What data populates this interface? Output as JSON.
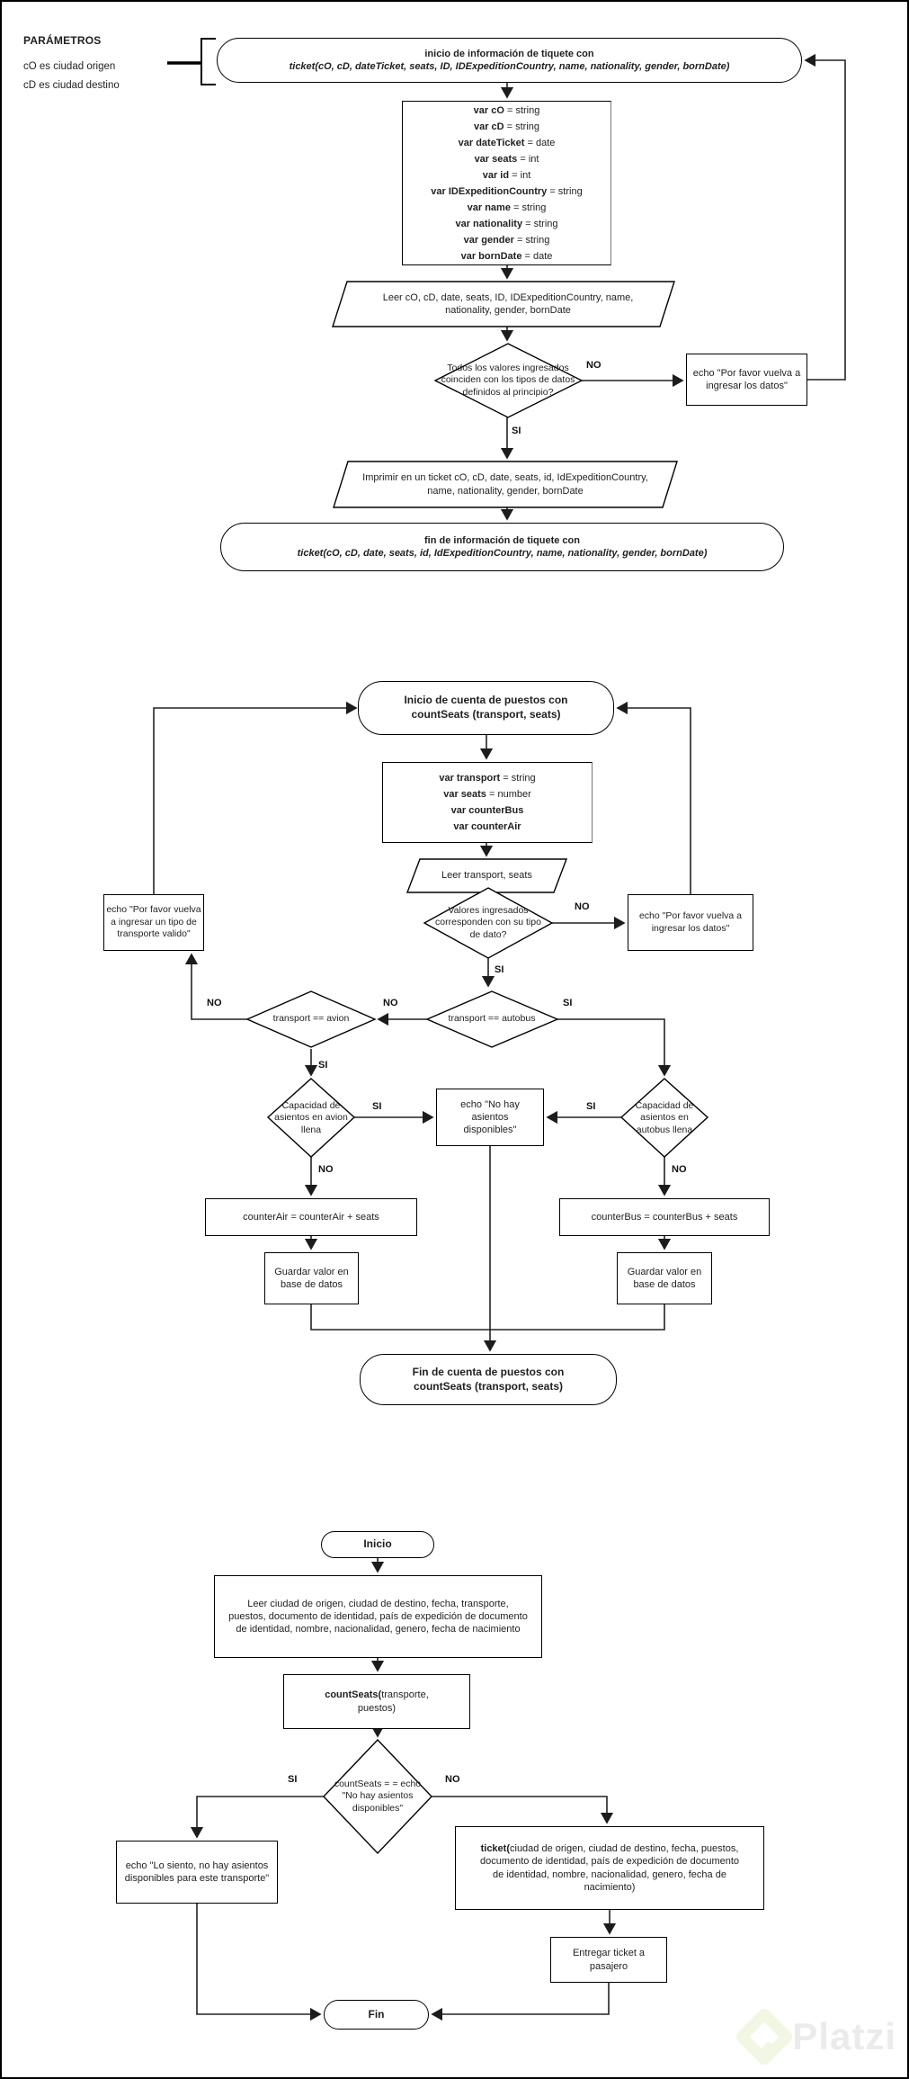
{
  "labels": {
    "yes": "SI",
    "no": "NO"
  },
  "params": {
    "title": "PARÁMETROS",
    "lines": [
      "cO es ciudad origen",
      "cD es ciudad destino"
    ]
  },
  "flow1": {
    "start_line1": "inicio de información de tiquete con",
    "start_line2": "ticket(cO, cD, dateTicket, seats, ID, IDExpeditionCountry, name, nationality, gender, bornDate)",
    "vars": [
      {
        "b": "var cO",
        "r": " = string"
      },
      {
        "b": "var cD",
        "r": " = string"
      },
      {
        "b": "var dateTicket",
        "r": " = date"
      },
      {
        "b": "var seats",
        "r": " = int"
      },
      {
        "b": "var id",
        "r": " = int"
      },
      {
        "b": "var IDExpeditionCountry",
        "r": " = string"
      },
      {
        "b": "var name",
        "r": " = string"
      },
      {
        "b": "var nationality",
        "r": " = string"
      },
      {
        "b": "var gender",
        "r": " = string"
      },
      {
        "b": "var bornDate",
        "r": " = date"
      }
    ],
    "read": "Leer cO, cD, date, seats, ID, IDExpeditionCountry, name, nationality, gender, bornDate",
    "decision": "Todos los valores ingresados coinciden con los tipos de datos definidos al principio?",
    "echo_retry": "echo \"Por favor vuelva a ingresar los datos\"",
    "print": "Imprimir en un ticket cO, cD, date, seats, id, IdExpeditionCountry, name, nationality, gender, bornDate",
    "end_line1": "fin de información de tiquete con",
    "end_line2": "ticket(cO, cD, date, seats, id, IdExpeditionCountry, name, nationality, gender, bornDate)"
  },
  "flow2": {
    "start": "Inicio de cuenta de puestos con countSeats (transport, seats)",
    "vars": [
      {
        "b": "var transport",
        "r": " = string"
      },
      {
        "b": "var seats",
        "r": " = number"
      },
      {
        "b": "var counterBus",
        "r": ""
      },
      {
        "b": "var counterAir",
        "r": ""
      }
    ],
    "read": "Leer transport, seats",
    "decision_types": "Valores ingresados corresponden con su tipo de dato?",
    "echo_transport": "echo \"Por favor vuelva a ingresar un tipo de transporte valido\"",
    "echo_retry": "echo \"Por favor vuelva a ingresar los datos\"",
    "decision_avion": "transport == avion",
    "decision_autobus": "transport == autobus",
    "decision_cap_avion": "Capacidad de asientos en avion llena",
    "decision_cap_autobus": "Capacidad de asientos en autobus llena",
    "echo_full": "echo \"No hay asientos disponibles\"",
    "assign_air": "counterAir = counterAir + seats",
    "assign_bus": "counterBus = counterBus + seats",
    "save_air": "Guardar valor en base de datos",
    "save_bus": "Guardar valor en base de datos",
    "end": "Fin de cuenta de puestos con countSeats (transport, seats)"
  },
  "flow3": {
    "start": "Inicio",
    "read": "Leer ciudad de origen, ciudad de destino, fecha, transporte, puestos, documento de identidad, país de expedición de documento de identidad, nombre, nacionalidad, genero, fecha de nacimiento",
    "call_countseats": {
      "b": "countSeats(",
      "r": "transporte, puestos)"
    },
    "decision": "countSeats = = echo \"No hay asientos disponibles\"",
    "echo_sorry": "echo \"Lo siento, no hay asientos disponibles para este transporte\"",
    "call_ticket": {
      "b": "ticket(",
      "r": "ciudad de origen, ciudad de destino, fecha, puestos, documento de identidad, país de expedición de documento de identidad, nombre, nacionalidad, genero, fecha de nacimiento)"
    },
    "deliver": "Entregar ticket a pasajero",
    "end": "Fin"
  },
  "watermark": {
    "brand": "Platzi"
  }
}
